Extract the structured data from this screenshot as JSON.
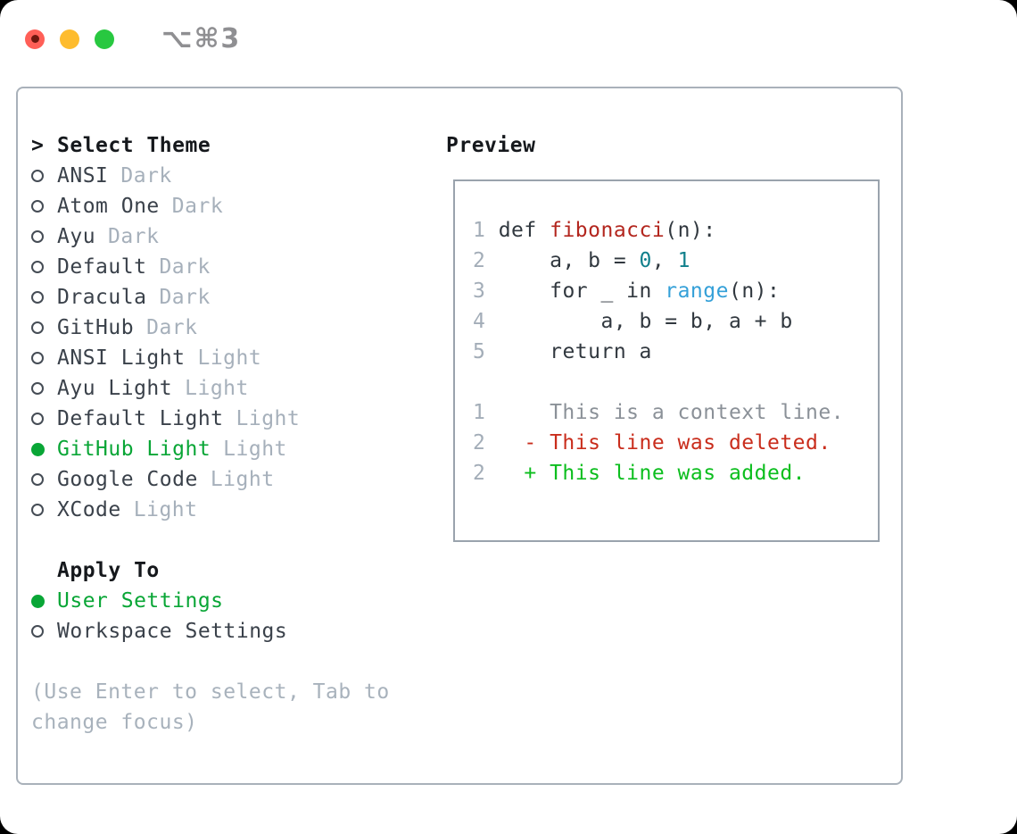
{
  "window": {
    "shortcut_label": "⌥⌘3"
  },
  "colors": {
    "accent_green": "#09a636",
    "added_green": "#0cbe1e",
    "deleted_red": "#c92d1c",
    "func_red": "#b3261e",
    "builtin_blue": "#34a0d8",
    "number_teal": "#11808c",
    "text_dark": "#3a414a",
    "heading_black": "#15181c",
    "muted": "#a6b0bb",
    "hint_gray": "#a8b2bc",
    "line_number": "#a3adb8",
    "context_gray": "#8b9198",
    "code_plain": "#31383f",
    "panel_border": "#a9b1ba",
    "box_border": "#9aa3ad",
    "traffic_red": "#ff5f57",
    "traffic_red_dot": "#6e170e",
    "traffic_yellow": "#febc2e",
    "traffic_green": "#28c840",
    "shortcut_gray": "#8f8f92"
  },
  "theme_panel": {
    "title_prefix": ">",
    "title": "Select Theme",
    "themes": [
      {
        "name": "ANSI",
        "variant": "Dark",
        "selected": false
      },
      {
        "name": "Atom One",
        "variant": "Dark",
        "selected": false
      },
      {
        "name": "Ayu",
        "variant": "Dark",
        "selected": false
      },
      {
        "name": "Default",
        "variant": "Dark",
        "selected": false
      },
      {
        "name": "Dracula",
        "variant": "Dark",
        "selected": false
      },
      {
        "name": "GitHub",
        "variant": "Dark",
        "selected": false
      },
      {
        "name": "ANSI Light",
        "variant": "Light",
        "selected": false
      },
      {
        "name": "Ayu Light",
        "variant": "Light",
        "selected": false
      },
      {
        "name": "Default Light",
        "variant": "Light",
        "selected": false
      },
      {
        "name": "GitHub Light",
        "variant": "Light",
        "selected": true
      },
      {
        "name": "Google Code",
        "variant": "Light",
        "selected": false
      },
      {
        "name": "XCode",
        "variant": "Light",
        "selected": false
      }
    ],
    "apply_to": {
      "title": "Apply To",
      "options": [
        {
          "label": "User Settings",
          "selected": true
        },
        {
          "label": "Workspace Settings",
          "selected": false
        }
      ]
    },
    "hint_lines": [
      "(Use Enter to select, Tab to",
      "change focus)"
    ]
  },
  "preview": {
    "title": "Preview",
    "code_lines": [
      {
        "num": "1",
        "tokens": [
          {
            "t": "def ",
            "c": "plain"
          },
          {
            "t": "fibonacci",
            "c": "func"
          },
          {
            "t": "(n):",
            "c": "plain"
          }
        ]
      },
      {
        "num": "2",
        "tokens": [
          {
            "t": "    a, b = ",
            "c": "plain"
          },
          {
            "t": "0",
            "c": "num"
          },
          {
            "t": ", ",
            "c": "plain"
          },
          {
            "t": "1",
            "c": "num"
          }
        ]
      },
      {
        "num": "3",
        "tokens": [
          {
            "t": "    for _ in ",
            "c": "plain"
          },
          {
            "t": "range",
            "c": "builtin"
          },
          {
            "t": "(n):",
            "c": "plain"
          }
        ]
      },
      {
        "num": "4",
        "tokens": [
          {
            "t": "        a, b = b, a + b",
            "c": "plain"
          }
        ]
      },
      {
        "num": "5",
        "tokens": [
          {
            "t": "    return a",
            "c": "plain"
          }
        ]
      }
    ],
    "diff_lines": [
      {
        "num": "1",
        "marker": " ",
        "text": "This is a context line.",
        "type": "context"
      },
      {
        "num": "2",
        "marker": "-",
        "text": "This line was deleted.",
        "type": "deleted"
      },
      {
        "num": "2",
        "marker": "+",
        "text": "This line was added.",
        "type": "added"
      }
    ]
  }
}
